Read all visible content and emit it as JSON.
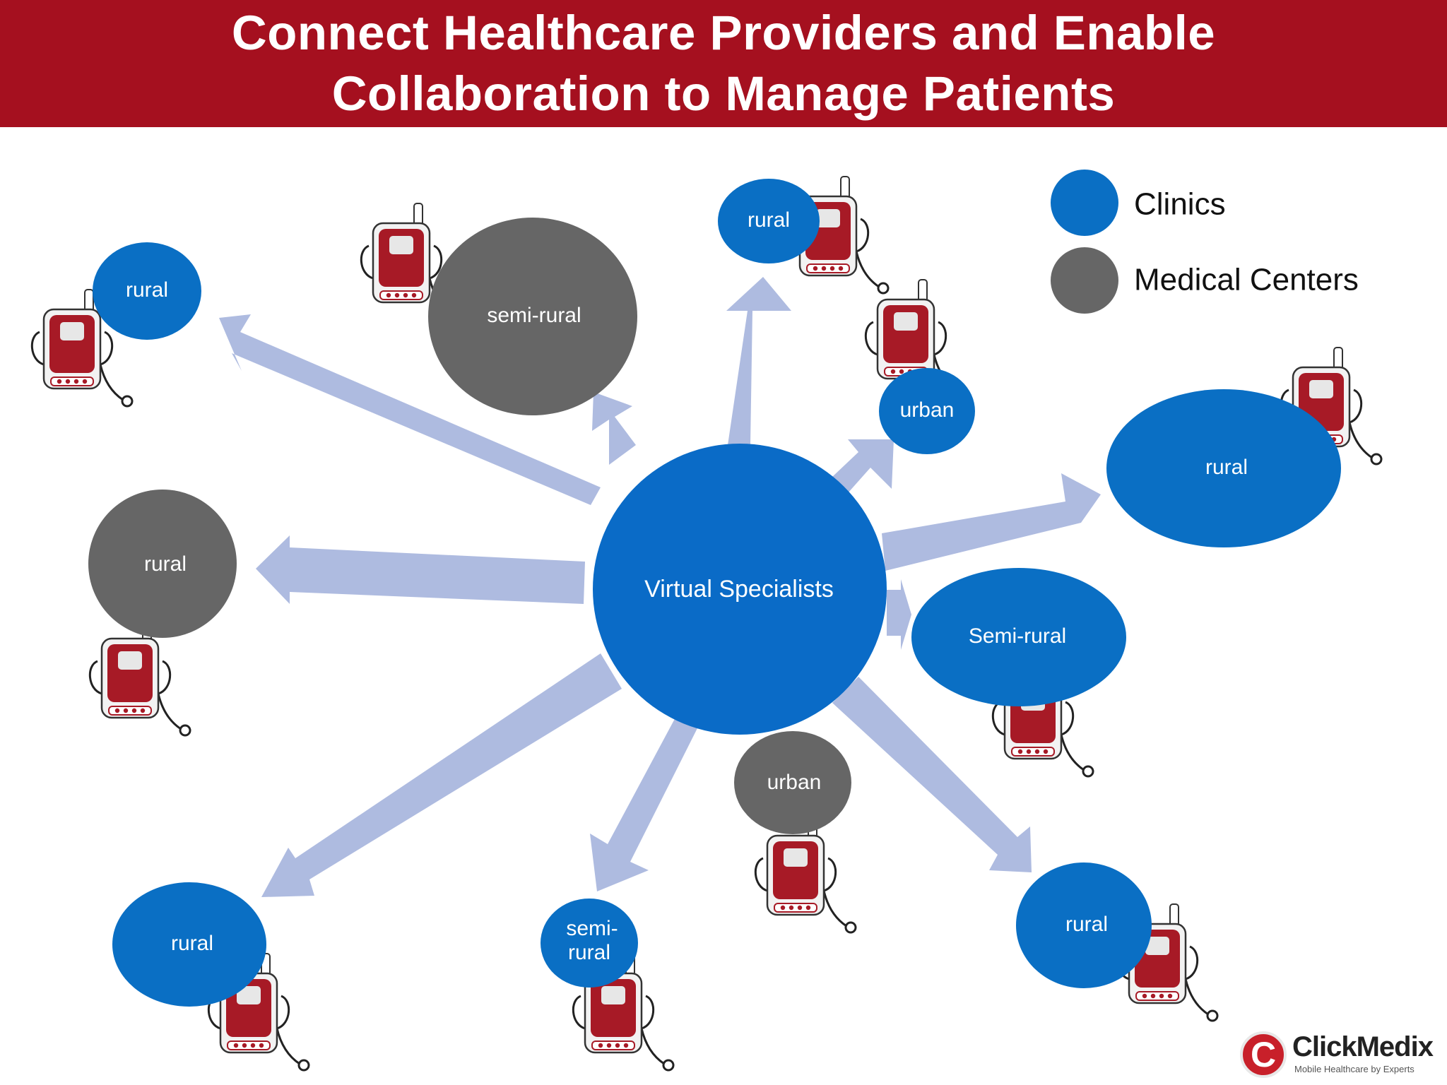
{
  "header": {
    "title_line1": "Connect Healthcare Providers and Enable",
    "title_line2": "Collaboration to Manage Patients"
  },
  "colors": {
    "header_bg": "#a5101f",
    "clinic_blue": "#0a6fc4",
    "medical_center_gray": "#666666",
    "arrow": "#aebbe0"
  },
  "center": {
    "label": "Virtual Specialists"
  },
  "legend": {
    "clinics": "Clinics",
    "medical_centers": "Medical Centers"
  },
  "nodes": [
    {
      "id": "top-left-clinic",
      "type": "clinic",
      "lines": [
        "rural"
      ]
    },
    {
      "id": "top-medical-center",
      "type": "medical-center",
      "lines": [
        "semi-rural"
      ]
    },
    {
      "id": "top-clinic",
      "type": "clinic",
      "lines": [
        "rural"
      ]
    },
    {
      "id": "upper-right-clinic-urban",
      "type": "clinic",
      "lines": [
        "urban"
      ]
    },
    {
      "id": "right-clinic",
      "type": "clinic",
      "lines": [
        "rural"
      ]
    },
    {
      "id": "left-medical-center",
      "type": "medical-center",
      "lines": [
        "rural"
      ]
    },
    {
      "id": "right-clinic-semi",
      "type": "clinic",
      "lines": [
        "Semi-rural"
      ]
    },
    {
      "id": "bottom-medical-center",
      "type": "medical-center",
      "lines": [
        "urban"
      ]
    },
    {
      "id": "bottom-left-clinic",
      "type": "clinic",
      "lines": [
        "rural"
      ]
    },
    {
      "id": "bottom-clinic-semi",
      "type": "clinic",
      "lines": [
        "semi-",
        "rural"
      ]
    },
    {
      "id": "bottom-right-clinic",
      "type": "clinic",
      "lines": [
        "rural"
      ]
    }
  ],
  "device_icon": "handheld-ecg-device-icon",
  "logo": {
    "mark": "C",
    "name": "ClickMedix",
    "tagline": "Mobile Healthcare by Experts"
  }
}
